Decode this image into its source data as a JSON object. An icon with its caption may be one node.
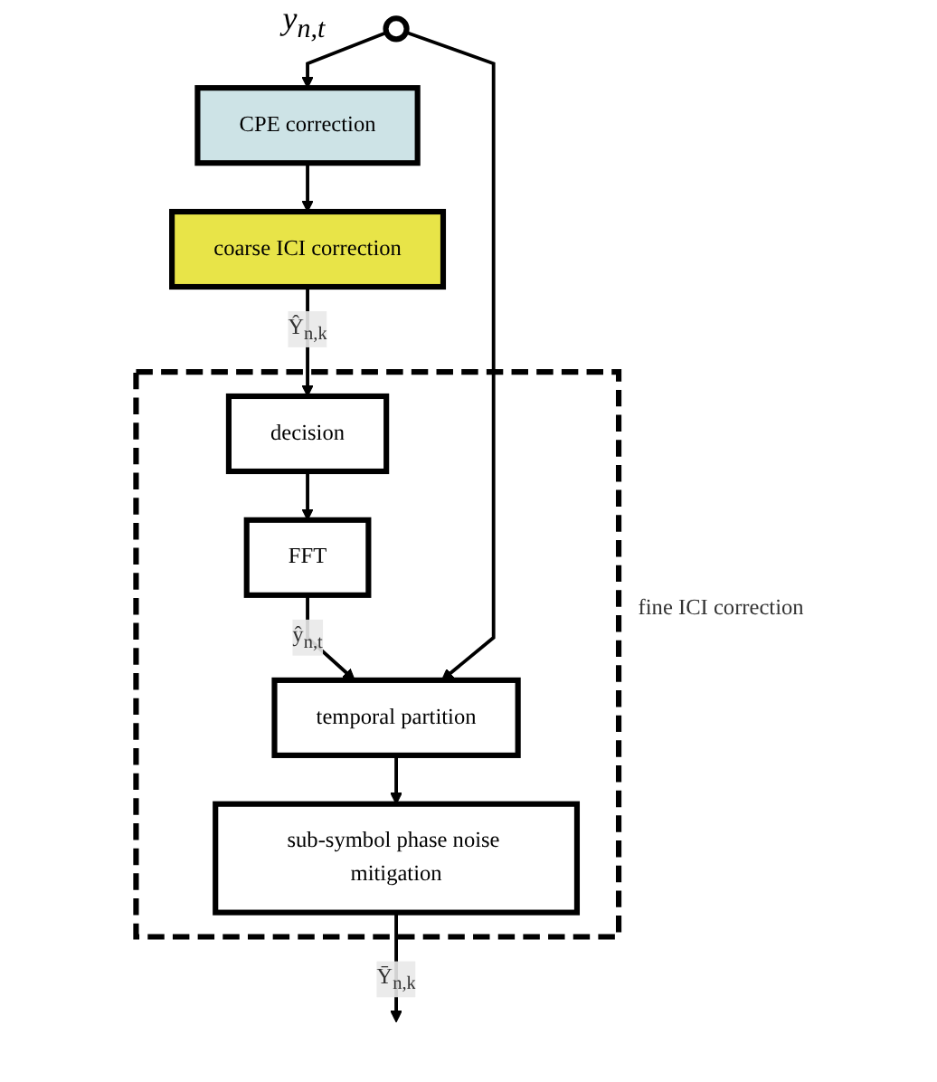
{
  "diagram": {
    "nodes": [
      {
        "text": [],
        "shape": "circle",
        "beside": [
          "y$_{n,t}$"
        ]
      },
      {
        "text": [
          "CPE correction"
        ]
      },
      {
        "text": [
          "coarse ICI correction"
        ]
      },
      {
        "text": [
          "fine ICI correction"
        ]
      },
      {
        "text": [
          "decision"
        ],
        "in": 3
      },
      {
        "text": [
          "FFT"
        ],
        "in": 3
      },
      {
        "text": [
          "temporal partition"
        ],
        "in": 3
      },
      {
        "text": [
          "sub-symbol phase noise mitigation"
        ],
        "in": 3
      }
    ],
    "edges": [
      {
        "from": 0,
        "to": 1,
        "arrow": "to"
      },
      {
        "from": 1,
        "to": 2,
        "arrow": "to"
      },
      {
        "from": 2,
        "to": 4,
        "arrow": "to",
        "label": "Ŷ$_{n,k}$"
      },
      {
        "from": 4,
        "to": 5,
        "arrow": "to"
      },
      {
        "from": 5,
        "to": 6,
        "arrow": "to",
        "label": "ŷ$_{n,t}$"
      },
      {
        "from": 0,
        "to": 6,
        "arrow": "to"
      },
      {
        "from": 6,
        "to": 7,
        "arrow": "to"
      },
      {
        "from": 7,
        "to": null,
        "arrow": "to",
        "label": "Ȳ$_{n,k}$"
      }
    ]
  }
}
